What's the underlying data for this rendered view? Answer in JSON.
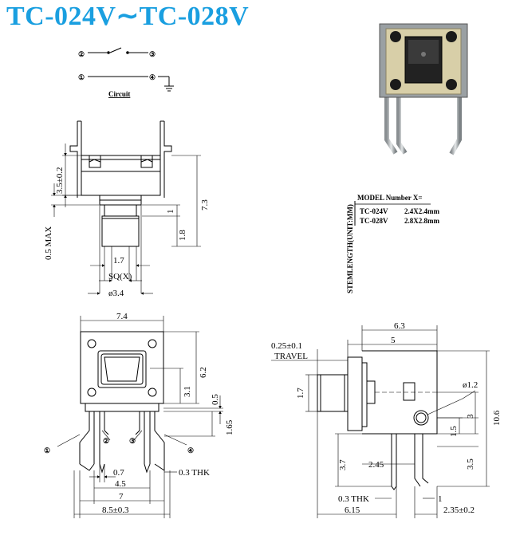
{
  "title": "TC-024V∼TC-028V",
  "circuit": {
    "label": "Circuit",
    "pins": [
      "②",
      "③",
      "①",
      "④"
    ]
  },
  "model_table": {
    "side_label": "STEMLENGTH(UNIT:MM)",
    "header": "MODEL Number X=",
    "rows": [
      {
        "model": "TC-024V",
        "value": "2.4X2.4mm"
      },
      {
        "model": "TC-028V",
        "value": "2.8X2.8mm"
      }
    ]
  },
  "side_view": {
    "dims": {
      "d35": "3.5±0.2",
      "d73": "7.3",
      "d05max": "0.5 MAX",
      "d1": "1",
      "d18": "1.8",
      "d17": "1.7",
      "sq": "SQ(X)",
      "phi34": "ø3.4"
    }
  },
  "front_view": {
    "dims": {
      "d74": "7.4",
      "d62": "6.2",
      "d31": "3.1",
      "d05": "0.5",
      "d165": "1.65",
      "d07": "0.7",
      "d03thk": "0.3 THK",
      "d45": "4.5",
      "d7": "7",
      "d85": "8.5±0.3"
    },
    "pins": [
      "①",
      "②",
      "③",
      "④"
    ]
  },
  "right_view": {
    "dims": {
      "travel_val": "0.25±0.1",
      "travel": "TRAVEL",
      "d63": "6.3",
      "d5": "5",
      "d17": "1.7",
      "phi12": "ø1.2",
      "d15": "1.5",
      "d3": "3",
      "d106": "10.6",
      "d37": "3.7",
      "d245": "2.45",
      "d35": "3.5",
      "d03thk": "0.3 THK",
      "d1": "1",
      "d615": "6.15",
      "d235": "2.35±0.2"
    }
  }
}
